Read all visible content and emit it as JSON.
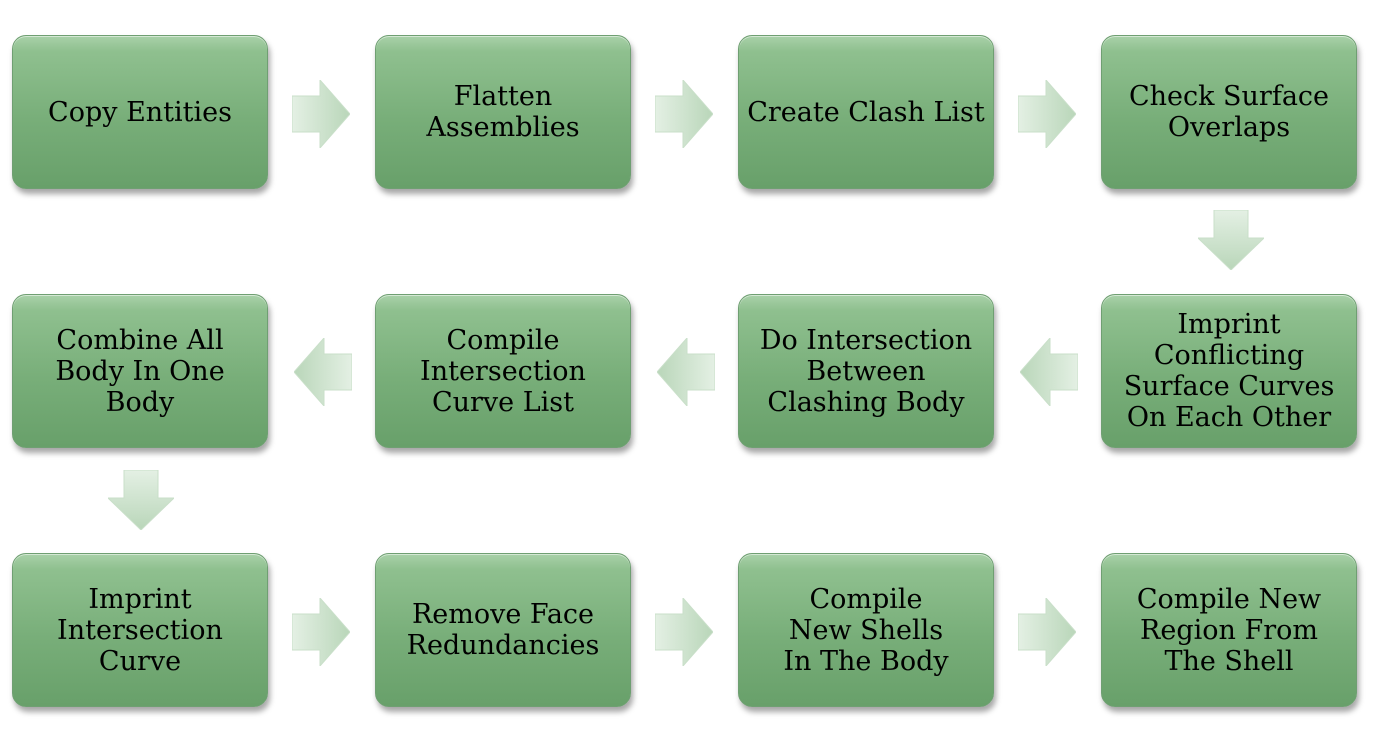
{
  "diagram": {
    "steps": [
      {
        "label": "Copy Entities"
      },
      {
        "label": "Flatten Assemblies"
      },
      {
        "label": "Create Clash List"
      },
      {
        "label": "Check Surface Overlaps"
      },
      {
        "label": "Imprint Conflicting Surface Curves On Each Other"
      },
      {
        "label": "Do Intersection Between Clashing Body"
      },
      {
        "label": "Compile Intersection Curve List"
      },
      {
        "label": "Combine All Body In One Body"
      },
      {
        "label": "Imprint Intersection Curve"
      },
      {
        "label": "Remove Face Redundancies"
      },
      {
        "label": "Compile New Shells In The Body"
      },
      {
        "label": "Compile New Region From The Shell"
      }
    ],
    "flow": [
      {
        "from": 0,
        "to": 1,
        "direction": "right"
      },
      {
        "from": 1,
        "to": 2,
        "direction": "right"
      },
      {
        "from": 2,
        "to": 3,
        "direction": "right"
      },
      {
        "from": 3,
        "to": 4,
        "direction": "down"
      },
      {
        "from": 4,
        "to": 5,
        "direction": "left"
      },
      {
        "from": 5,
        "to": 6,
        "direction": "left"
      },
      {
        "from": 6,
        "to": 7,
        "direction": "left"
      },
      {
        "from": 7,
        "to": 8,
        "direction": "down"
      },
      {
        "from": 8,
        "to": 9,
        "direction": "right"
      },
      {
        "from": 9,
        "to": 10,
        "direction": "right"
      },
      {
        "from": 10,
        "to": 11,
        "direction": "right"
      }
    ],
    "colors": {
      "box_fill": "#78ae79",
      "box_border": "#6f9f72",
      "arrow_fill": "#cfe3cf"
    }
  }
}
